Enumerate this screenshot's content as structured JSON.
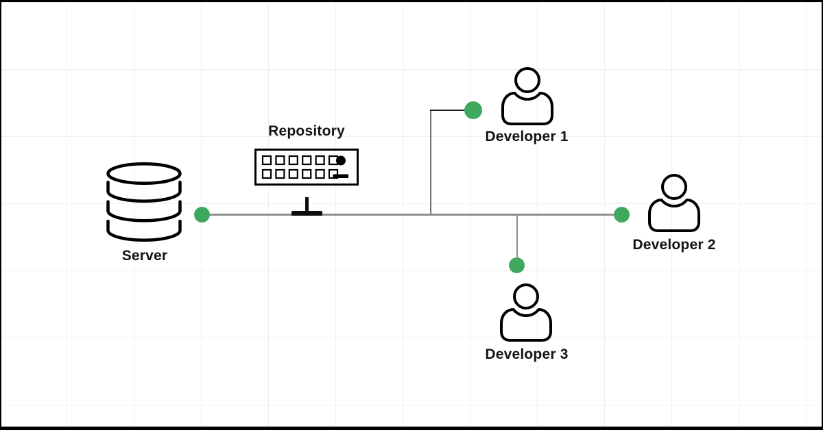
{
  "nodes": {
    "server": {
      "label": "Server",
      "icon": "database-icon"
    },
    "repository": {
      "label": "Repository",
      "icon": "rack-server-icon"
    },
    "developer1": {
      "label": "Developer 1",
      "icon": "person-icon"
    },
    "developer2": {
      "label": "Developer 2",
      "icon": "person-icon"
    },
    "developer3": {
      "label": "Developer 3",
      "icon": "person-icon"
    }
  },
  "connections": [
    {
      "from": "Server",
      "to": "Developer 2",
      "style": "horizontal-bus-line",
      "endpoints": "green-dots"
    },
    {
      "from": "Repository",
      "to": "bus",
      "style": "t-tap-connector"
    },
    {
      "from": "Developer 1",
      "to": "bus",
      "style": "elbow-up-line",
      "endpoint": "green-dot"
    },
    {
      "from": "Developer 3",
      "to": "bus",
      "style": "vertical-drop-line",
      "endpoint": "green-dot"
    }
  ],
  "colors": {
    "dot_green": "#3EA95C",
    "line_gray": "#8E8E8E",
    "ink": "#141414",
    "grid_line": "#EFEFEF",
    "background": "#FFFFFF",
    "frame": "#000000"
  }
}
